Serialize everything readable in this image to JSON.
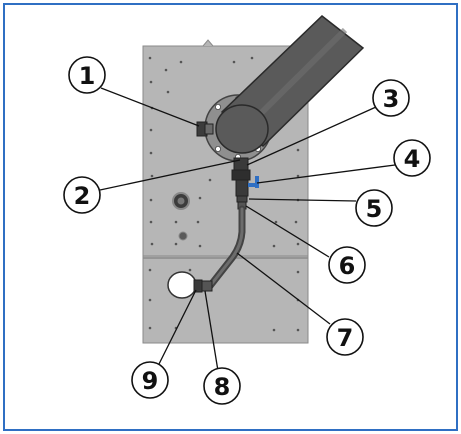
{
  "frame_color": "#2f6fc3",
  "panel_color": "#b6b6b6",
  "pipe_color": "#5a5a5a",
  "callouts": [
    {
      "label": "1",
      "meaning": "part-1"
    },
    {
      "label": "2",
      "meaning": "part-2"
    },
    {
      "label": "3",
      "meaning": "part-3"
    },
    {
      "label": "4",
      "meaning": "part-4"
    },
    {
      "label": "5",
      "meaning": "part-5"
    },
    {
      "label": "6",
      "meaning": "part-6"
    },
    {
      "label": "7",
      "meaning": "part-7"
    },
    {
      "label": "8",
      "meaning": "part-8"
    },
    {
      "label": "9",
      "meaning": "part-9"
    }
  ]
}
